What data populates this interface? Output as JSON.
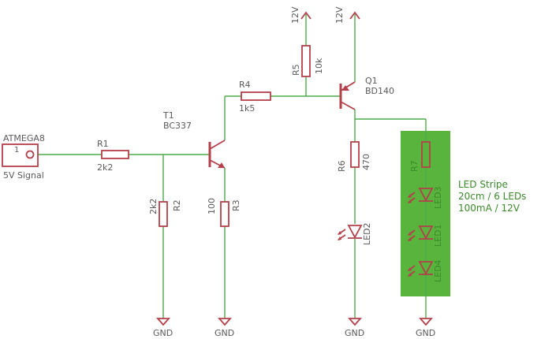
{
  "colors": {
    "wire": "#4caa4c",
    "part": "#b3404a",
    "text": "#5a5a5a",
    "stripe_bg": "#58b43c",
    "stripe_text": "#3a8a2a"
  },
  "connector": {
    "name": "ATMEGA8",
    "pin": "1",
    "signal": "5V Signal"
  },
  "resistors": {
    "r1": {
      "name": "R1",
      "value": "2k2"
    },
    "r2": {
      "name": "R2",
      "value": "2k2"
    },
    "r3": {
      "name": "R3",
      "value": "100"
    },
    "r4": {
      "name": "R4",
      "value": "1k5"
    },
    "r5": {
      "name": "R5",
      "value": "10k"
    },
    "r6": {
      "name": "R6",
      "value": "470"
    },
    "r7": {
      "name": "R7"
    }
  },
  "transistors": {
    "t1": {
      "name": "T1",
      "value": "BC337"
    },
    "q1": {
      "name": "Q1",
      "value": "BD140"
    }
  },
  "leds": {
    "led1": "LED1",
    "led2": "LED2",
    "led3": "LED3",
    "led4": "LED4"
  },
  "power": {
    "supply": "12V",
    "ground": "GND"
  },
  "stripe": {
    "line1": "LED Stripe",
    "line2": "20cm / 6 LEDs",
    "line3": "100mA / 12V"
  }
}
